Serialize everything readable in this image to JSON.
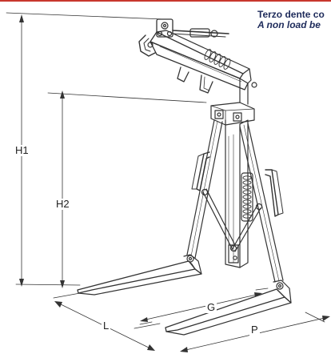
{
  "note": {
    "line1": "Terzo dente co",
    "line2": "A non load be"
  },
  "dimensions": {
    "h1": "H1",
    "h2": "H2",
    "l": "L",
    "g": "G",
    "p": "P"
  },
  "colors": {
    "note_text": "#1e2b5b",
    "top_rule": "#c8372d",
    "line": "#333333"
  }
}
